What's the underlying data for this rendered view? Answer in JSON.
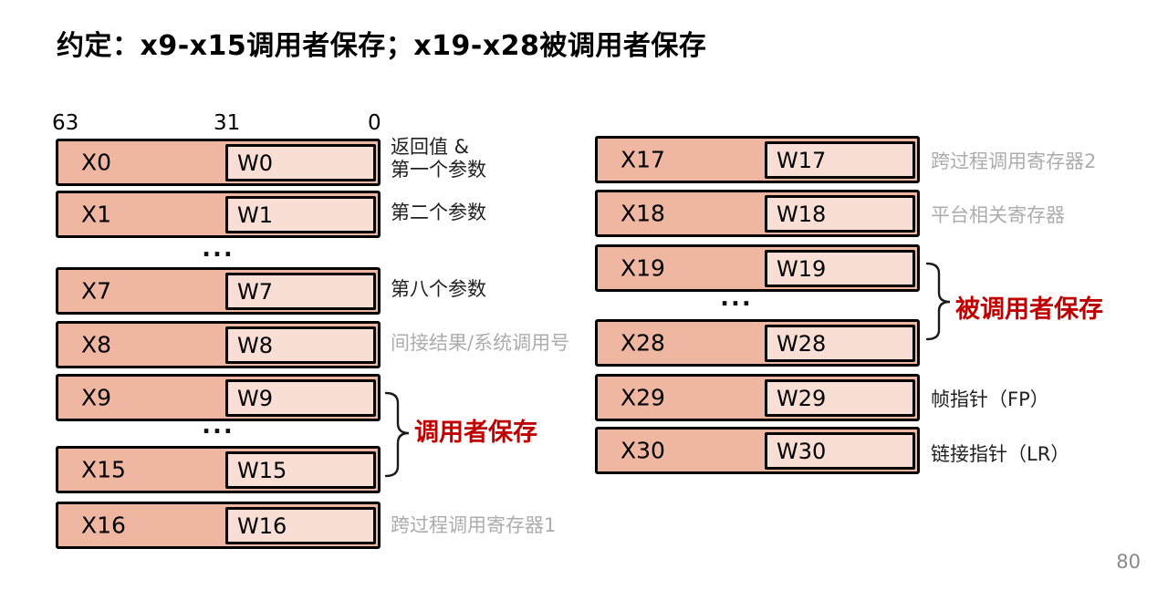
{
  "title": "约定：x9-x15调用者保存；x19-x28被调用者保存",
  "page_number": "80",
  "bit_labels": {
    "high": "63",
    "mid": "31",
    "low": "0"
  },
  "registers": {
    "left": [
      {
        "name": "X0",
        "wname": "W0"
      },
      {
        "name": "X1",
        "wname": "W1"
      },
      {
        "name": "X7",
        "wname": "W7"
      },
      {
        "name": "X8",
        "wname": "W8"
      },
      {
        "name": "X9",
        "wname": "W9"
      },
      {
        "name": "X15",
        "wname": "W15"
      },
      {
        "name": "X16",
        "wname": "W16"
      }
    ],
    "right": [
      {
        "name": "X17",
        "wname": "W17"
      },
      {
        "name": "X18",
        "wname": "W18"
      },
      {
        "name": "X19",
        "wname": "W19"
      },
      {
        "name": "X28",
        "wname": "W28"
      },
      {
        "name": "X29",
        "wname": "W29"
      },
      {
        "name": "X30",
        "wname": "W30"
      }
    ]
  },
  "annotations": {
    "x0_line1": "返回值 &",
    "x0_line2": "第一个参数",
    "x1": "第二个参数",
    "x7": "第八个参数",
    "x8": "间接结果/系统调用号",
    "x16": "跨过程调用寄存器1",
    "x17": "跨过程调用寄存器2",
    "x18": "平台相关寄存器",
    "x29": "帧指针（FP）",
    "x30": "链接指针（LR）",
    "caller_saved": "调用者保存",
    "callee_saved": "被调用者保存",
    "ellipsis": "..."
  },
  "colors": {
    "register_fill": "#efb6a1",
    "register_inner_fill": "#f8ded4",
    "border": "#000000",
    "annotation_red": "#c00000",
    "gray_label": "#acacac"
  }
}
